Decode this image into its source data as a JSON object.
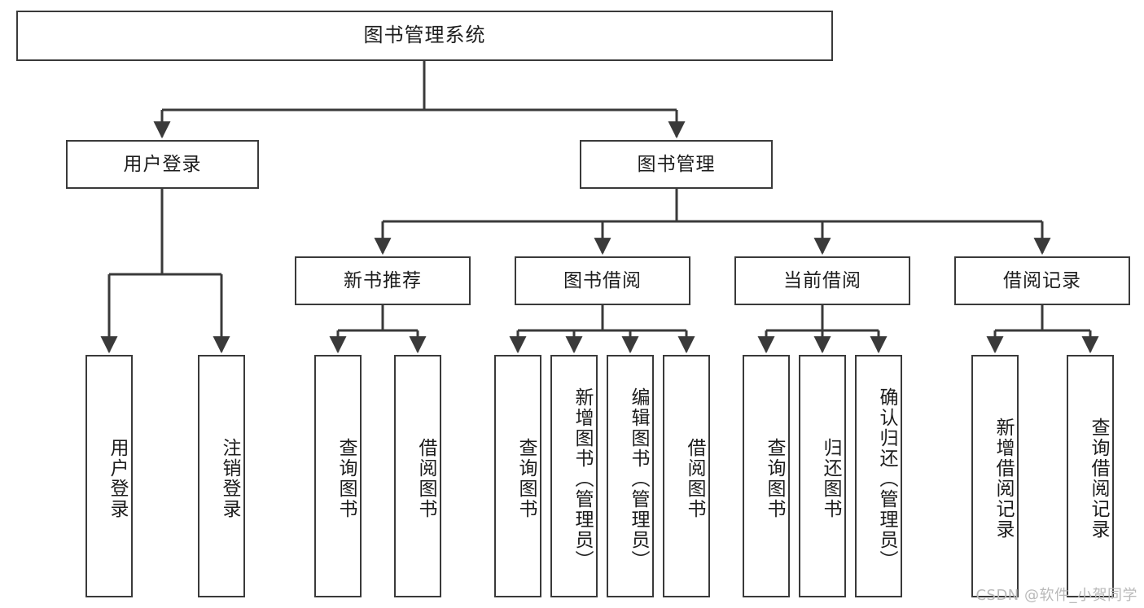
{
  "diagram": {
    "title": "图书管理系统",
    "type": "tree-hierarchy-chart",
    "watermark": "CSDN @软件_小贺同学",
    "colors": {
      "stroke": "#3a3a3a",
      "fill": "#ffffff",
      "text": "#1c1c1c",
      "watermark": "#b9b9b9"
    },
    "nodes": {
      "root": {
        "label": "图书管理系统"
      },
      "level2": [
        {
          "label": "用户登录"
        },
        {
          "label": "图书管理"
        }
      ],
      "level3": [
        {
          "label": "新书推荐"
        },
        {
          "label": "图书借阅"
        },
        {
          "label": "当前借阅"
        },
        {
          "label": "借阅记录"
        }
      ],
      "leaves": {
        "user_login": [
          {
            "label": "用户登录"
          },
          {
            "label": "注销登录"
          }
        ],
        "new_book": [
          {
            "label": "查询图书"
          },
          {
            "label": "借阅图书"
          }
        ],
        "book_borrow": [
          {
            "label": "查询图书"
          },
          {
            "label": "新增图书（管理员）"
          },
          {
            "label": "编辑图书（管理员）"
          },
          {
            "label": "借阅图书"
          }
        ],
        "current_borrow": [
          {
            "label": "查询图书"
          },
          {
            "label": "归还图书"
          },
          {
            "label": "确认归还（管理员）"
          }
        ],
        "borrow_record": [
          {
            "label": "新增借阅记录"
          },
          {
            "label": "查询借阅记录"
          }
        ]
      }
    }
  }
}
